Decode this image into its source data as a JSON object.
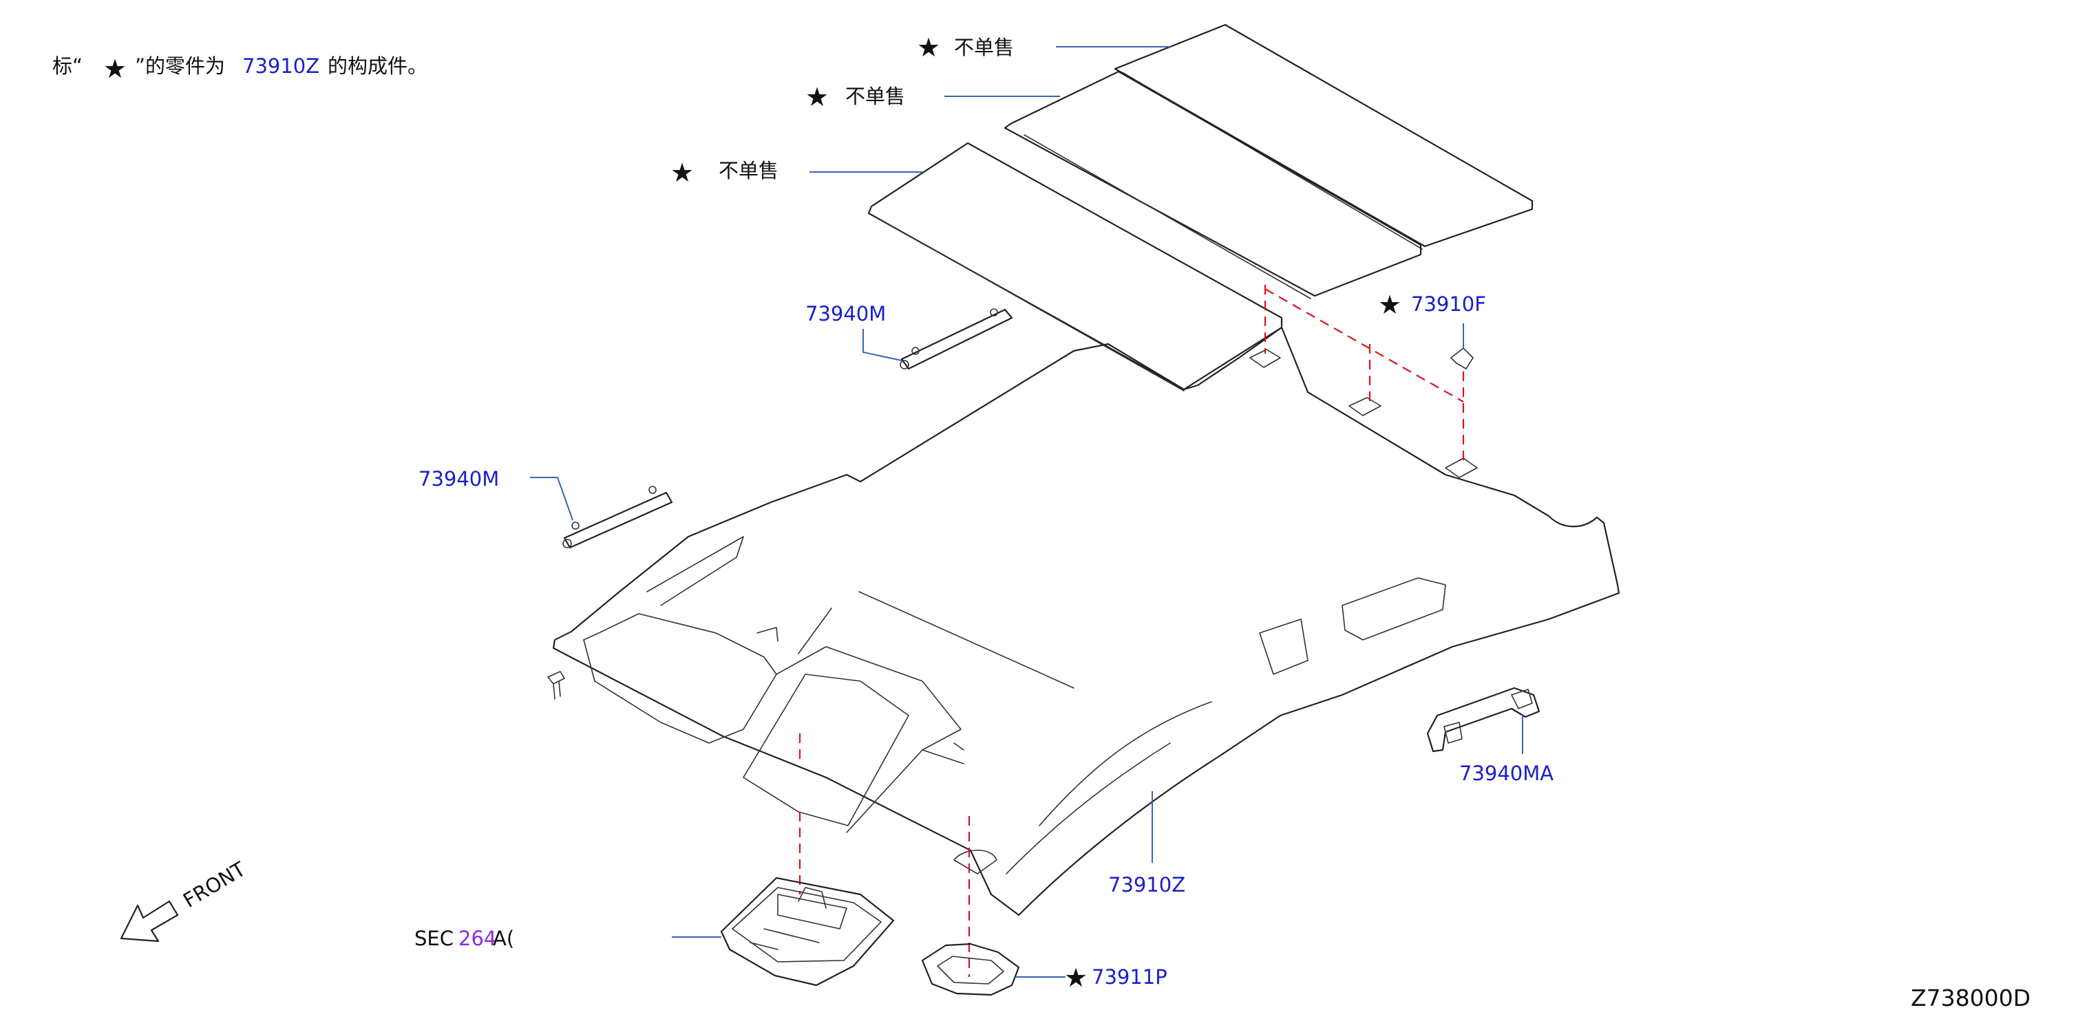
{
  "note": {
    "prefix": "标“",
    "star": "★",
    "middle": "”的零件为",
    "part": "73910Z",
    "suffix": "的构成件。"
  },
  "panels": [
    {
      "star": "★",
      "label": "不单售"
    },
    {
      "star": "★",
      "label": "不单售"
    },
    {
      "star": "★",
      "label": "不单售"
    }
  ],
  "parts": {
    "clip": {
      "star": "★",
      "code": "73910F"
    },
    "visor_left_upper": {
      "code": "73940M"
    },
    "visor_left_lower": {
      "code": "73940M"
    },
    "assist_grip": {
      "code": "73940MA"
    },
    "headlining": {
      "code": "73910Z"
    },
    "lamp_cover": {
      "star": "★",
      "code": "73911P"
    }
  },
  "sec_ref": {
    "prefix": "SEC",
    "number": "264",
    "suffix": "A("
  },
  "front_label": "FRONT",
  "diagram_code": "Z738000D",
  "colors": {
    "part_label": "#1a20c8",
    "sec_number": "#8a2be2",
    "leader": "#3a64b4",
    "dashed": "#e0101c"
  }
}
